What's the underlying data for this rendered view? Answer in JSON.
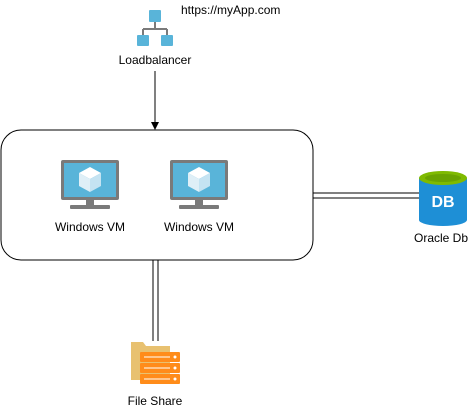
{
  "diagram": {
    "url": "https://myApp.com",
    "loadbalancer": {
      "label": "Loadbalancer",
      "icon": "network-hierarchy-icon"
    },
    "vms": [
      {
        "label": "Windows VM",
        "icon": "virtual-machine-icon"
      },
      {
        "label": "Windows VM",
        "icon": "virtual-machine-icon"
      }
    ],
    "database": {
      "label": "Oracle Db",
      "badge": "DB",
      "icon": "database-icon"
    },
    "file_share": {
      "label": "File Share",
      "icon": "file-share-icon"
    },
    "colors": {
      "azure_blue": "#59B4D9",
      "monitor_gray": "#7A7A7A",
      "db_blue": "#1E8FD6",
      "db_green": "#7FBA00",
      "folder_tan": "#E8C170",
      "storage_orange": "#FF8C1A",
      "line": "#000000"
    }
  }
}
